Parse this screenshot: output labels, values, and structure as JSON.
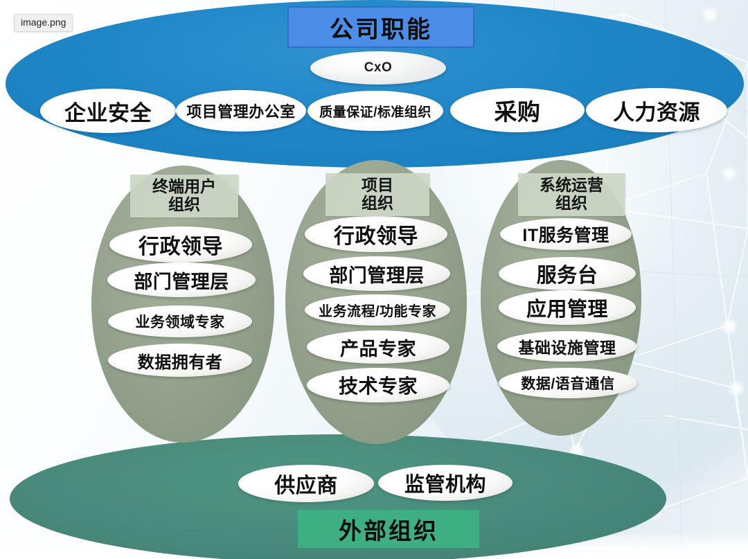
{
  "file_badge": {
    "label": "image.png"
  },
  "corporate": {
    "title": "公司职能",
    "center_node": "CxO",
    "functions": [
      {
        "label": "企业安全",
        "font": 31
      },
      {
        "label": "项目管理办公室",
        "font": 22
      },
      {
        "label": "质量保证/标准组织",
        "font": 19
      },
      {
        "label": "采购",
        "font": 33
      },
      {
        "label": "人力资源",
        "font": 31
      }
    ]
  },
  "columns": [
    {
      "header": [
        "终端用户",
        "组织"
      ],
      "roles": [
        {
          "label": "行政领导",
          "font": 30
        },
        {
          "label": "部门管理层",
          "font": 27
        },
        {
          "label": "业务领域专家",
          "font": 21
        },
        {
          "label": "数据拥有者",
          "font": 24
        }
      ]
    },
    {
      "header": [
        "项目",
        "组织"
      ],
      "roles": [
        {
          "label": "行政领导",
          "font": 30
        },
        {
          "label": "部门管理层",
          "font": 27
        },
        {
          "label": "业务流程/功能专家",
          "font": 20
        },
        {
          "label": "产品专家",
          "font": 27
        },
        {
          "label": "技术专家",
          "font": 28
        }
      ]
    },
    {
      "header": [
        "系统运营",
        "组织"
      ],
      "roles": [
        {
          "label": "IT服务管理",
          "font": 25
        },
        {
          "label": "服务台",
          "font": 29
        },
        {
          "label": "应用管理",
          "font": 29
        },
        {
          "label": "基础设施管理",
          "font": 23
        },
        {
          "label": "数据/语音通信",
          "font": 21
        }
      ]
    }
  ],
  "external": {
    "title": "外部组织",
    "entities": [
      {
        "label": "供应商",
        "font": 30
      },
      {
        "label": "监管机构",
        "font": 29
      }
    ]
  },
  "colors": {
    "corporate_band": "#1f86c6",
    "corporate_title_box": "#4a8ee8",
    "corporate_title_border": "#2f6fc8",
    "column_ellipse": "#8b9a85",
    "column_header_box": "#cbd6c6",
    "external_band": "#48897a",
    "external_title_box": "#3daf83",
    "pill_fill": "#ffffff",
    "page_background": "#eef5f8"
  }
}
